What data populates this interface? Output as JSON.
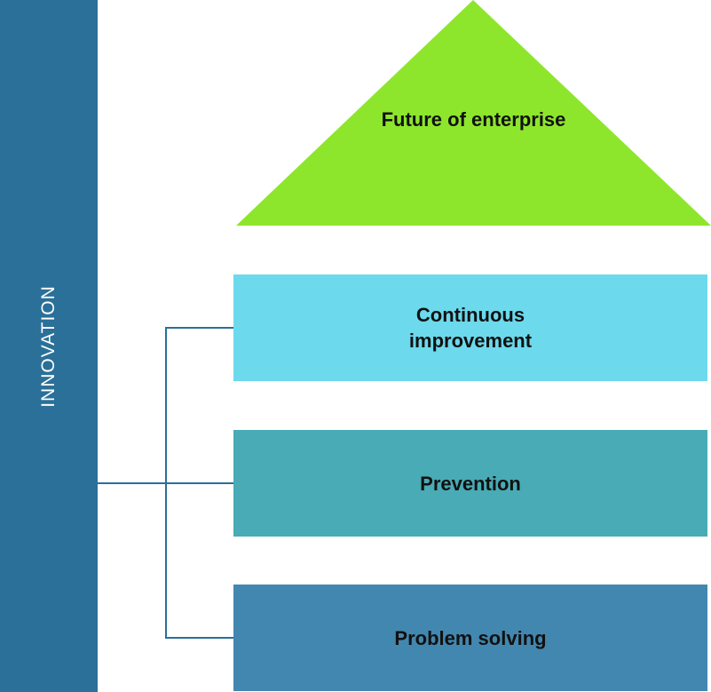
{
  "pillar": {
    "label": "INNOVATION"
  },
  "roof": {
    "label": "Future of enterprise"
  },
  "boxes": [
    {
      "label": "Continuous improvement"
    },
    {
      "label": "Prevention"
    },
    {
      "label": "Problem solving"
    }
  ],
  "colors": {
    "pillar": "#2a7099",
    "roof": "#8ee62c",
    "continuous_improvement": "#6cd9ec",
    "prevention": "#48abb5",
    "problem_solving": "#4287b0",
    "connector": "#2a7099"
  }
}
